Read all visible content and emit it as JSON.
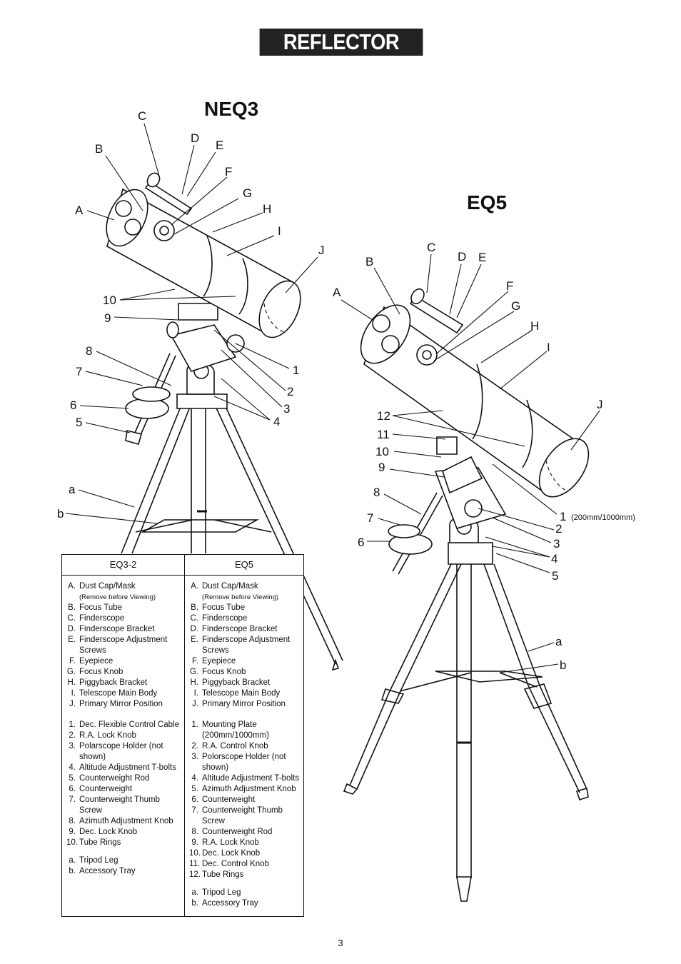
{
  "banner": "REFLECTOR",
  "titles": {
    "left": "NEQ3",
    "right": "EQ5"
  },
  "neq3_callouts": {
    "A": "A",
    "B": "B",
    "C": "C",
    "D": "D",
    "E": "E",
    "F": "F",
    "G": "G",
    "H": "H",
    "I": "I",
    "J": "J",
    "n1": "1",
    "n2": "2",
    "n3": "3",
    "n4": "4",
    "n5": "5",
    "n6": "6",
    "n7": "7",
    "n8": "8",
    "n9": "9",
    "n10": "10",
    "a": "a",
    "b": "b"
  },
  "eq5_callouts": {
    "A": "A",
    "B": "B",
    "C": "C",
    "D": "D",
    "E": "E",
    "F": "F",
    "G": "G",
    "H": "H",
    "I": "I",
    "J": "J",
    "n1": "1",
    "n1_note": "(200mm/1000mm)",
    "n2": "2",
    "n3": "3",
    "n4": "4",
    "n5": "5",
    "n6": "6",
    "n7": "7",
    "n8": "8",
    "n9": "9",
    "n10": "10",
    "n11": "11",
    "n12": "12",
    "a": "a",
    "b": "b"
  },
  "legend": {
    "col1": {
      "header": "EQ3-2",
      "letters": [
        {
          "k": "A.",
          "t": "Dust Cap/Mask",
          "sub": "(Remove before Viewing)"
        },
        {
          "k": "B.",
          "t": "Focus Tube"
        },
        {
          "k": "C.",
          "t": "Finderscope"
        },
        {
          "k": "D.",
          "t": "Finderscope Bracket"
        },
        {
          "k": "E.",
          "t": "Finderscope Adjustment Screws"
        },
        {
          "k": "F.",
          "t": "Eyepiece"
        },
        {
          "k": "G.",
          "t": "Focus Knob"
        },
        {
          "k": "H.",
          "t": "Piggyback Bracket"
        },
        {
          "k": "I.",
          "t": "Telescope Main Body"
        },
        {
          "k": "J.",
          "t": "Primary Mirror Position"
        }
      ],
      "numbers": [
        {
          "k": "1.",
          "t": "Dec. Flexible Control Cable"
        },
        {
          "k": "2.",
          "t": "R.A. Lock Knob"
        },
        {
          "k": "3.",
          "t": "Polarscope Holder (not shown)"
        },
        {
          "k": "4.",
          "t": "Altitude Adjustment T-bolts"
        },
        {
          "k": "5.",
          "t": "Counterweight Rod"
        },
        {
          "k": "6.",
          "t": "Counterweight"
        },
        {
          "k": "7.",
          "t": "Counterweight Thumb Screw"
        },
        {
          "k": "8.",
          "t": "Azimuth Adjustment Knob"
        },
        {
          "k": "9.",
          "t": "Dec. Lock Knob"
        },
        {
          "k": "10.",
          "t": "Tube Rings"
        }
      ],
      "lower": [
        {
          "k": "a.",
          "t": "Tripod Leg"
        },
        {
          "k": "b.",
          "t": "Accessory Tray"
        }
      ]
    },
    "col2": {
      "header": "EQ5",
      "letters": [
        {
          "k": "A.",
          "t": "Dust Cap/Mask",
          "sub": "(Remove before Viewing)"
        },
        {
          "k": "B.",
          "t": "Focus Tube"
        },
        {
          "k": "C.",
          "t": "Finderscope"
        },
        {
          "k": "D.",
          "t": "Finderscope Bracket"
        },
        {
          "k": "E.",
          "t": "Finderscope Adjustment Screws"
        },
        {
          "k": "F.",
          "t": "Eyepiece"
        },
        {
          "k": "G.",
          "t": "Focus Knob"
        },
        {
          "k": "H.",
          "t": "Piggyback Bracket"
        },
        {
          "k": "I.",
          "t": "Telescope Main Body"
        },
        {
          "k": "J.",
          "t": "Primary Mirror Position"
        }
      ],
      "numbers": [
        {
          "k": "1.",
          "t": "Mounting Plate (200mm/1000mm)"
        },
        {
          "k": "2.",
          "t": "R.A. Control Knob"
        },
        {
          "k": "3.",
          "t": "Polorscope Holder (not shown)"
        },
        {
          "k": "4.",
          "t": "Altitude Adjustment T-bolts"
        },
        {
          "k": "5.",
          "t": "Azimuth Adjustment Knob"
        },
        {
          "k": "6.",
          "t": "Counterweight"
        },
        {
          "k": "7.",
          "t": "Counterweight Thumb Screw"
        },
        {
          "k": "8.",
          "t": "Counterweight Rod"
        },
        {
          "k": "9.",
          "t": "R.A. Lock Knob"
        },
        {
          "k": "10.",
          "t": "Dec. Lock Knob"
        },
        {
          "k": "11.",
          "t": "Dec. Control Knob"
        },
        {
          "k": "12.",
          "t": "Tube Rings"
        }
      ],
      "lower": [
        {
          "k": "a.",
          "t": "Tripod Leg"
        },
        {
          "k": "b.",
          "t": "Accessory Tray"
        }
      ]
    }
  },
  "page_number": "3"
}
